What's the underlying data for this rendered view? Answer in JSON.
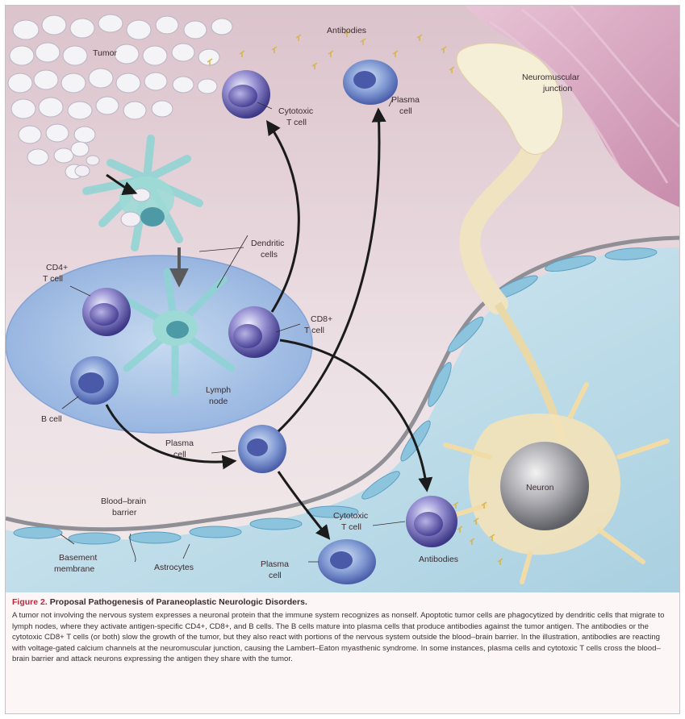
{
  "labels": {
    "tumor": "Tumor",
    "antibodies_top": "Antibodies",
    "neuromuscular_line1": "Neuromuscular",
    "neuromuscular_line2": "junction",
    "cytotoxic_top_line1": "Cytotoxic",
    "cytotoxic_top_line2": "T cell",
    "plasma_top_line1": "Plasma",
    "plasma_top_line2": "cell",
    "dendritic_line1": "Dendritic",
    "dendritic_line2": "cells",
    "cd4_line1": "CD4+",
    "cd4_line2": "T cell",
    "cd8_line1": "CD8+",
    "cd8_line2": "T cell",
    "lymph_line1": "Lymph",
    "lymph_line2": "node",
    "bcell": "B cell",
    "plasma_mid_line1": "Plasma",
    "plasma_mid_line2": "cell",
    "bbb_line1": "Blood–brain",
    "bbb_line2": "barrier",
    "neuron": "Neuron",
    "cytotoxic_bottom_line1": "Cytotoxic",
    "cytotoxic_bottom_line2": "T cell",
    "basement_line1": "Basement",
    "basement_line2": "membrane",
    "astrocytes": "Astrocytes",
    "plasma_bottom_line1": "Plasma",
    "plasma_bottom_line2": "cell",
    "antibodies_bottom": "Antibodies"
  },
  "caption": {
    "figure_number": "Figure 2.",
    "title": "Proposal Pathogenesis of Paraneoplastic Neurologic Disorders.",
    "body": "A tumor not involving the nervous system expresses a neuronal protein that the immune system recognizes as nonself. Apoptotic tumor cells are phagocytized by dendritic cells that migrate to lymph nodes, where they activate antigen-specific CD4+, CD8+, and B cells. The B cells mature into plasma cells that produce antibodies against the tumor antigen. The antibodies or the cytotoxic CD8+ T cells (or both) slow the growth of the tumor, but they also react with portions of the nervous system outside the blood–brain barrier. In the illustration, antibodies are reacting with voltage-gated calcium channels at the neuromuscular junction, causing the Lambert–Eaton myasthenic syndrome. In some instances, plasma cells and cytotoxic T cells cross the blood–brain barrier and attack neurons expressing the antigen they share with the tumor."
  },
  "colors": {
    "figure_number": "#c4243d",
    "background": "#e6d4da",
    "brain_region": "#bfdde9",
    "lymph_node": "#a9c6e8",
    "tumor_cells": "#f2f0f4",
    "cell_purple": "#7a6fc0",
    "neuron_gray": "#9a9aa0",
    "nmj_cream": "#f3ead0",
    "muscle_pink": "#d9a7c2",
    "antibodies": "#d9b84a"
  }
}
